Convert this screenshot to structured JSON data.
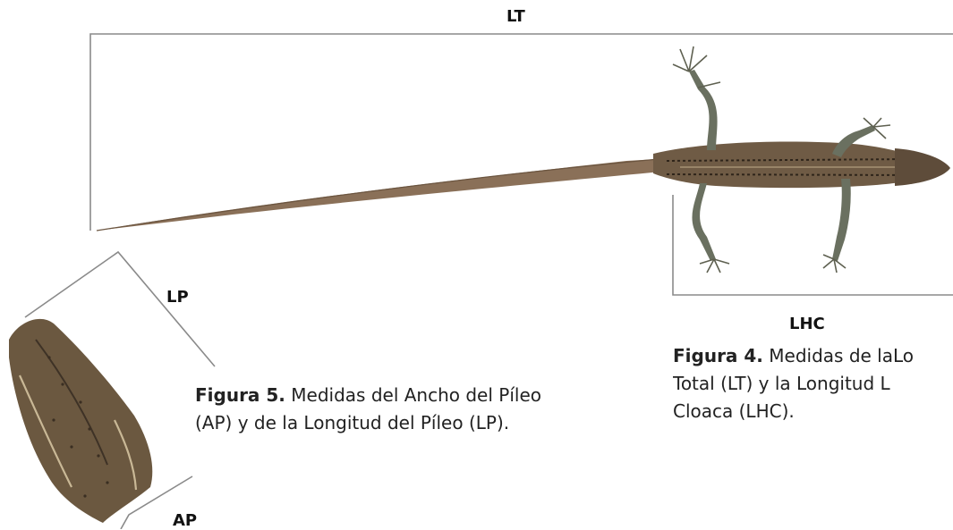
{
  "figure4": {
    "measure_total": "LT",
    "measure_snout_vent": "LHC",
    "caption_label": "Figura 4.",
    "caption_line1": "Medidas de laLo",
    "caption_line2": "Total (LT) y la Longitud L",
    "caption_line3": "Cloaca (LHC)."
  },
  "figure5": {
    "measure_length": "LP",
    "measure_width": "AP",
    "caption_label": "Figura 5.",
    "caption_line1": "Medidas del Ancho del Píleo",
    "caption_line2": "(AP) y de la Longitud del Píleo (LP)."
  }
}
